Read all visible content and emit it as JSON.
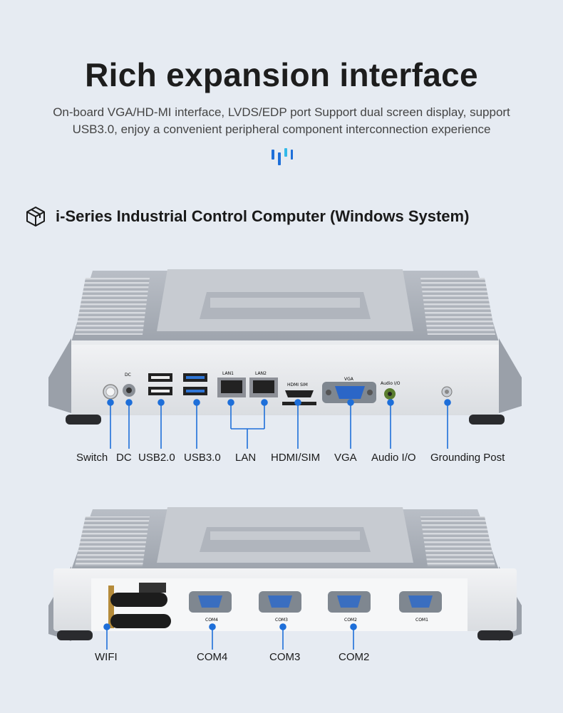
{
  "header": {
    "title": "Rich expansion interface",
    "subtitle_line1": "On-board VGA/HD-MI interface, LVDS/EDP port Support dual screen display, support",
    "subtitle_line2": "USB3.0, enjoy a convenient peripheral component interconnection experience"
  },
  "section": {
    "title": "i-Series Industrial Control Computer (Windows System)",
    "icon": "cube-icon"
  },
  "front_panel": {
    "labels": [
      "Switch",
      "DC",
      "USB2.0",
      "USB3.0",
      "LAN",
      "HDMI/SIM",
      "VGA",
      "Audio I/O",
      "Grounding Post"
    ],
    "port_prints": {
      "dc": "DC",
      "lan1": "LAN1",
      "lan2": "LAN2",
      "hdmi": "HDMI  SIM",
      "vga": "VGA",
      "audio": "Audio I/O"
    }
  },
  "back_panel": {
    "labels": [
      "WIFI",
      "COM4",
      "COM3",
      "COM2"
    ],
    "port_prints": [
      "COM4",
      "COM3",
      "COM2",
      "COM1"
    ]
  },
  "colors": {
    "accent": "#1e6fd9",
    "background": "#e6ebf2",
    "chassis": "#c9cdd3"
  }
}
